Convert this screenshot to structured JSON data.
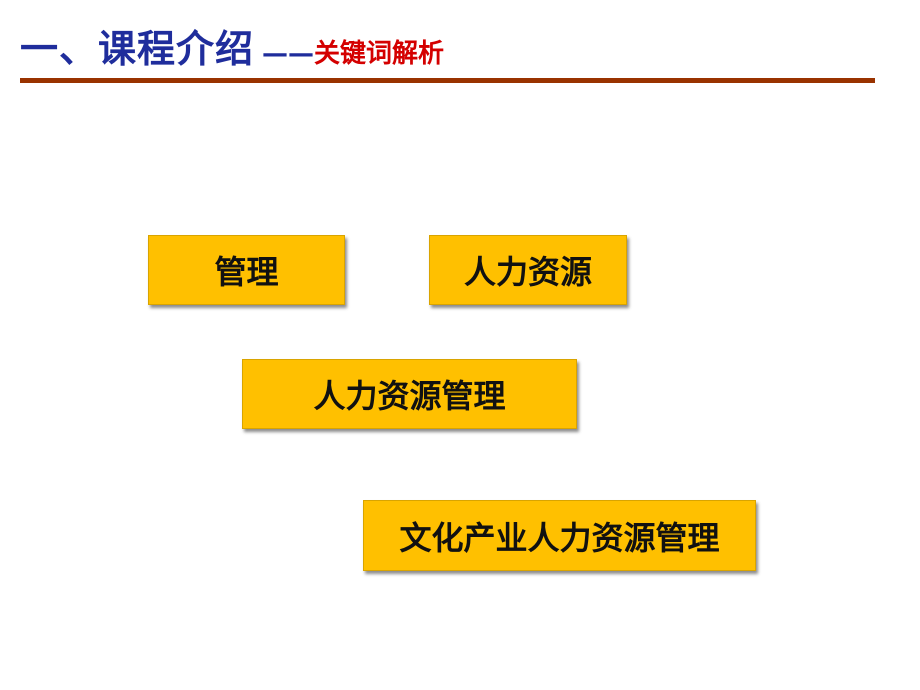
{
  "slide": {
    "title": {
      "main": "一、课程介绍",
      "dash": "——",
      "subtitle": "关键词解析"
    },
    "colors": {
      "title": "#1f2d9c",
      "subtitle": "#d40000",
      "rule": "#993300",
      "box_fill": "#ffc000"
    },
    "keywords": [
      {
        "label": "管理"
      },
      {
        "label": "人力资源"
      },
      {
        "label": "人力资源管理"
      },
      {
        "label": "文化产业人力资源管理"
      }
    ]
  }
}
